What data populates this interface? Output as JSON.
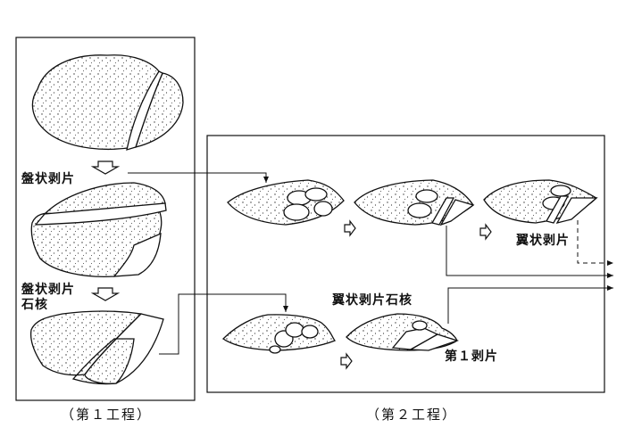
{
  "stage1": {
    "caption": "（第１工程）",
    "labels": {
      "disc_flake": "盤状剥片",
      "disc_flake_core_line1": "盤状剥片",
      "disc_flake_core_line2": "石核"
    }
  },
  "stage2": {
    "caption": "（第２工程）",
    "labels": {
      "wing_flake": "翼状剥片",
      "wing_flake_core": "翼状剥片石核",
      "first_flake": "第１剥片"
    }
  },
  "colors": {
    "line": "#111111",
    "background": "#ffffff",
    "stipple": "#333333"
  }
}
